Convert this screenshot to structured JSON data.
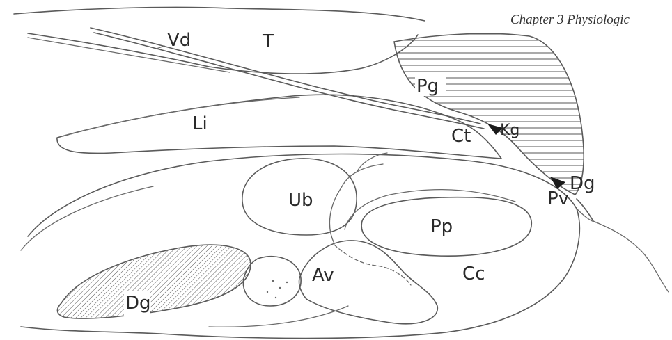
{
  "header": {
    "text": "Chapter 3 Physiologic"
  },
  "labels": {
    "vd": "Vd",
    "t": "T",
    "pg": "Pg",
    "kg": "Kg",
    "li": "Li",
    "ct": "Ct",
    "ub": "Ub",
    "pp": "Pp",
    "pv": "Pv",
    "dg_right": "Dg",
    "av": "Av",
    "cc": "Cc",
    "dg_left": "Dg"
  },
  "colors": {
    "line": "#5a5a5a",
    "text": "#2a2a2a",
    "fill": "#ffffff",
    "pointer": "#1a1a1a"
  }
}
